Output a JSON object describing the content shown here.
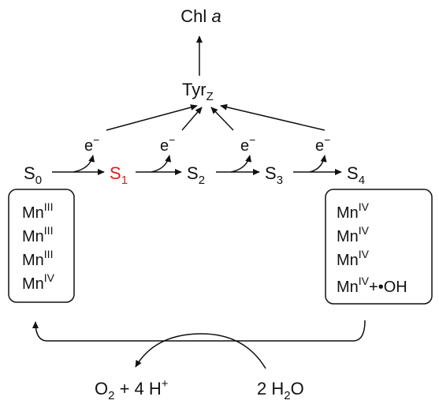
{
  "diagram": {
    "colors": {
      "ink": "#111111",
      "highlight": "#e31b1b",
      "background": "#ffffff"
    },
    "chl": {
      "label": "Chl",
      "italic": "a"
    },
    "tyrz": {
      "base": "Tyr",
      "sub": "Z"
    },
    "electron": {
      "base": "e",
      "sup": "−"
    },
    "states": [
      {
        "base": "S",
        "sub": "0",
        "highlight": false
      },
      {
        "base": "S",
        "sub": "1",
        "highlight": true
      },
      {
        "base": "S",
        "sub": "2",
        "highlight": false
      },
      {
        "base": "S",
        "sub": "3",
        "highlight": false
      },
      {
        "base": "S",
        "sub": "4",
        "highlight": false
      }
    ],
    "left_box": [
      {
        "base": "Mn",
        "sup": "III",
        "extra": ""
      },
      {
        "base": "Mn",
        "sup": "III",
        "extra": ""
      },
      {
        "base": "Mn",
        "sup": "III",
        "extra": ""
      },
      {
        "base": "Mn",
        "sup": "IV",
        "extra": ""
      }
    ],
    "right_box": [
      {
        "base": "Mn",
        "sup": "IV",
        "extra": ""
      },
      {
        "base": "Mn",
        "sup": "IV",
        "extra": ""
      },
      {
        "base": "Mn",
        "sup": "IV",
        "extra": ""
      },
      {
        "base": "Mn",
        "sup": "IV",
        "extra": "+•OH"
      }
    ],
    "products": {
      "o2_base": "O",
      "o2_sub": "2",
      "plus": "+ 4 H",
      "h_sup": "+"
    },
    "reactant": {
      "pre": "2 H",
      "sub": "2",
      "post": "O"
    }
  }
}
